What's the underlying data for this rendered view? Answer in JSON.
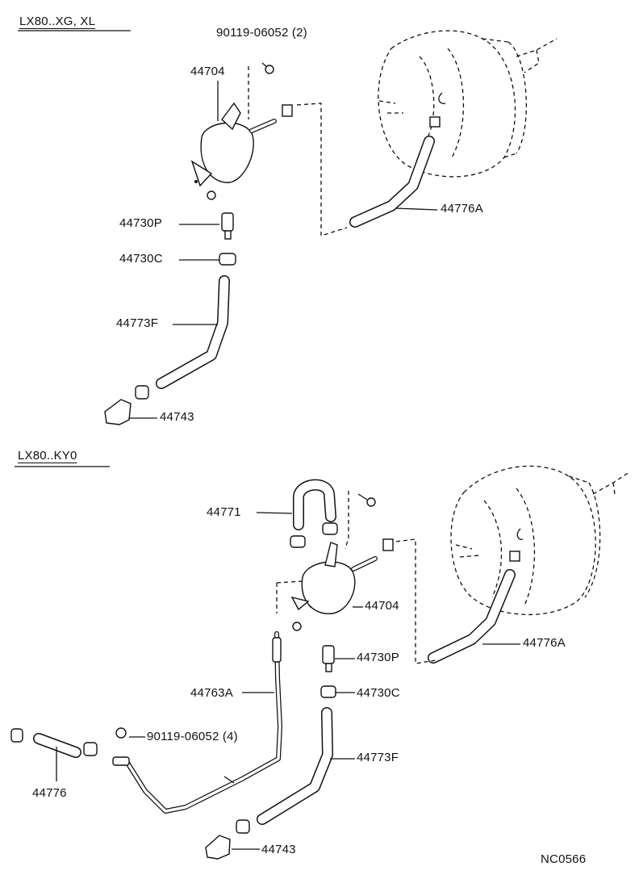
{
  "diagram": {
    "sections": [
      {
        "header": "LX80..XG, XL",
        "labels": {
          "bolt_note": "90119-06052 (2)",
          "pump": "44704",
          "booster_hose": "44776A",
          "check_valve": "44730P",
          "valve_clamp": "44730C",
          "vacuum_hose": "44773F",
          "connector": "44743"
        }
      },
      {
        "header": "LX80..KY0",
        "labels": {
          "return_hose": "44771",
          "pump": "44704",
          "booster_hose": "44776A",
          "check_valve": "44730P",
          "pipe": "44763A",
          "valve_clamp": "44730C",
          "bolt_note": "90119-06052 (4)",
          "vacuum_hose": "44773F",
          "short_hose": "44776",
          "connector": "44743"
        }
      }
    ],
    "code": "NC0566"
  }
}
